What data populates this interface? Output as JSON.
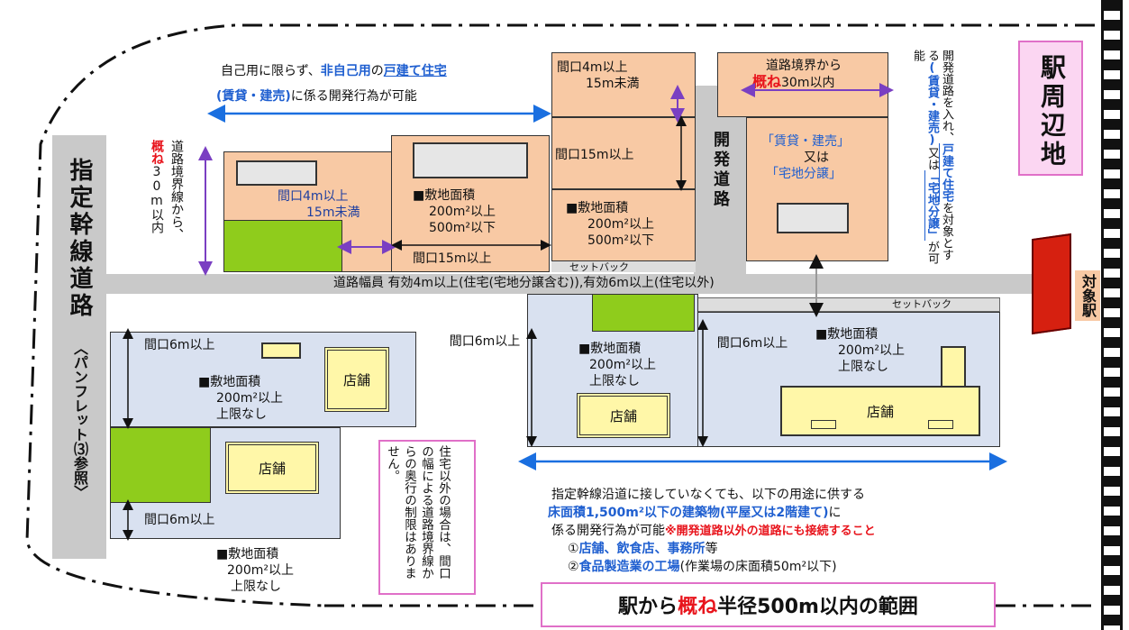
{
  "top_note": {
    "line1_a": "自己用に限らず、",
    "line1_b": "非自己用",
    "line1_c": "の",
    "line1_d": "戸建て住宅",
    "line2_a": "(賃貸・建売)",
    "line2_b": "に係る開発行為が可能"
  },
  "left_note": {
    "a": "道路境界線から、",
    "b": "概ね",
    "c": "30m以内"
  },
  "main_road": {
    "title": "指定幹線道路",
    "sub": "〈パンフレット⑶参照〉"
  },
  "road_width": "道路幅員 有効4m以上(住宅(宅地分譲含む)),有効6m以上(住宅以外)",
  "setback1": "セットバック",
  "setback2": "セットバック",
  "dev_road": "開発道路",
  "lot_a": {
    "frontage": "間口4m以上",
    "depth": "15m未満"
  },
  "lot_b": {
    "area": "■敷地面積",
    "min": "200m²以上",
    "max": "500m²以下",
    "frontage": "間口15m以上"
  },
  "lot_c": {
    "frontage": "間口4m以上",
    "depth": "15m未満"
  },
  "lot_d": {
    "frontage": "間口15m以上"
  },
  "lot_e": {
    "area": "■敷地面積",
    "min": "200m²以上",
    "max": "500m²以下"
  },
  "lot_f": {
    "a": "道路境界から",
    "b": "概ね",
    "c": "30m以内"
  },
  "lot_g": {
    "a": "「賃貸・建売」",
    "b": "又は",
    "c": "「宅地分譲」"
  },
  "right_note": {
    "a": "開発道路を入れ、",
    "b": "戸建て住宅",
    "c": "を対象とする",
    "d": "(賃貸・建売)",
    "e": "又は",
    "f": "「宅地分譲」",
    "g": "が可能"
  },
  "station_area": "駅周辺地",
  "station": "対象駅",
  "bottom_left": {
    "frontage": "間口6m以上",
    "area": "■敷地面積",
    "min": "200m²以上",
    "max": "上限なし",
    "shop": "店舗"
  },
  "bottom_left2": {
    "frontage": "間口6m以上",
    "shop": "店舗",
    "area": "■敷地面積",
    "min": "200m²以上",
    "max": "上限なし"
  },
  "note_box": "住宅以外の場合は、間口の幅による道路境界線からの奥行の制限はありません。",
  "mid_lot": {
    "frontage": "間口6m以上",
    "area": "■敷地面積",
    "min": "200m²以上",
    "max": "上限なし",
    "shop": "店舗"
  },
  "right_lot": {
    "frontage": "間口6m以上",
    "area": "■敷地面積",
    "min": "200m²以上",
    "max": "上限なし",
    "shop": "店舗"
  },
  "bottom_note": {
    "l1": "指定幹線沿道に接していなくても、以下の用途に供する",
    "l2a": "床面積1,500m²以下の建築物(平屋又は2階建て)",
    "l2b": "に",
    "l3a": "係る開発行為が可能",
    "l3b": "※開発道路以外の道路にも接続すること",
    "l4a": "①",
    "l4b": "店舗、飲食店、事務所",
    "l4c": "等",
    "l5a": "②",
    "l5b": "食品製造業の工場",
    "l5c": "(作業場の床面積50m²以下)"
  },
  "range_title": {
    "a": "駅から",
    "b": "概ね",
    "c": "半径500m以内の範囲"
  }
}
